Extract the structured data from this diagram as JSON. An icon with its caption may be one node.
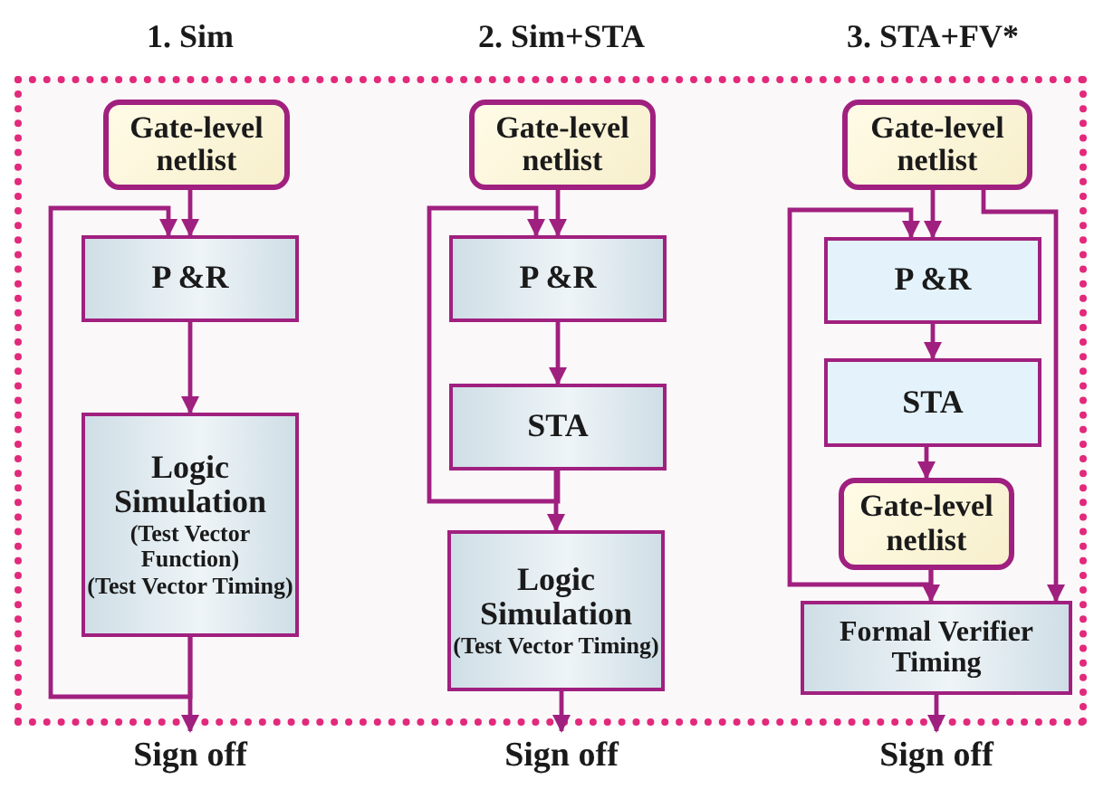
{
  "diagram": {
    "nodes": [
      {
        "text": [
          "Gate-level netlist"
        ]
      },
      {
        "text": [
          "P &R"
        ]
      },
      {
        "text": [
          "Logic Simulation",
          "(Test Vector Function)",
          "(Test Vector Timing)"
        ]
      },
      {
        "text": [
          "Sign off"
        ]
      },
      {
        "text": [
          "Gate-level netlist"
        ]
      },
      {
        "text": [
          "P &R"
        ]
      },
      {
        "text": [
          "STA"
        ]
      },
      {
        "text": [
          "Logic Simulation",
          "(Test Vector Timing)"
        ]
      },
      {
        "text": [
          "Sign off"
        ]
      },
      {
        "text": [
          "Gate-level netlist"
        ]
      },
      {
        "text": [
          "P &R"
        ]
      },
      {
        "text": [
          "STA"
        ]
      },
      {
        "text": [
          "Gate-level netlist"
        ]
      },
      {
        "text": [
          "Formal Verifier Timing"
        ]
      },
      {
        "text": [
          "Sign off"
        ]
      }
    ],
    "edges": [
      {
        "from": 0,
        "to": 1,
        "arrow": "to"
      },
      {
        "from": 1,
        "to": 2,
        "arrow": "to"
      },
      {
        "from": 2,
        "to": 3,
        "arrow": "to"
      },
      {
        "from": 2,
        "to": 1,
        "arrow": "to"
      },
      {
        "from": 4,
        "to": 5,
        "arrow": "to"
      },
      {
        "from": 5,
        "to": 6,
        "arrow": "to"
      },
      {
        "from": 6,
        "to": 7,
        "arrow": "to"
      },
      {
        "from": 6,
        "to": 5,
        "arrow": "to"
      },
      {
        "from": 7,
        "to": 8,
        "arrow": "to"
      },
      {
        "from": 9,
        "to": 10,
        "arrow": "to"
      },
      {
        "from": 10,
        "to": 11,
        "arrow": "to"
      },
      {
        "from": 11,
        "to": 12,
        "arrow": "to"
      },
      {
        "from": 12,
        "to": 13,
        "arrow": "to"
      },
      {
        "from": 12,
        "to": 10,
        "arrow": "to"
      },
      {
        "from": 9,
        "to": 13,
        "arrow": "to"
      },
      {
        "from": 13,
        "to": 14,
        "arrow": "to"
      }
    ],
    "labels": [
      "1. Sim",
      "2. Sim+STA",
      "3. STA+FV*"
    ]
  }
}
